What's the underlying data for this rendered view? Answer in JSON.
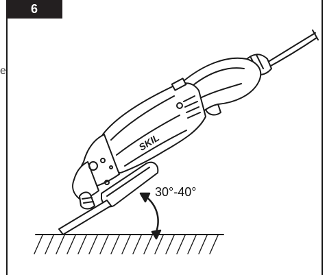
{
  "figure": {
    "number": "6"
  },
  "edge_text": "e",
  "angle": {
    "label": "30°-40°"
  },
  "tool": {
    "brand": "SKIL"
  },
  "colors": {
    "ink": "#1a1a1a",
    "badge_bg": "#231f20",
    "badge_text": "#ffffff",
    "paper": "#ffffff"
  }
}
